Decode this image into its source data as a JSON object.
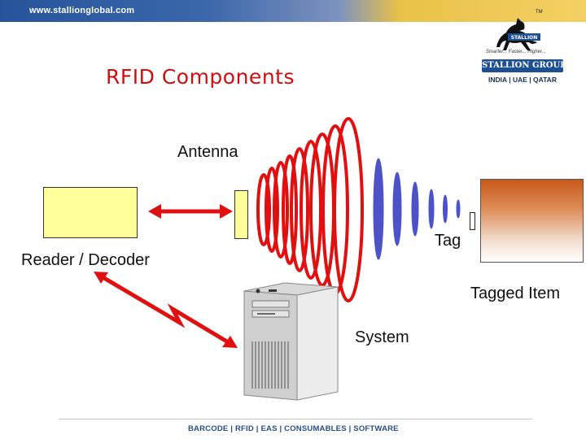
{
  "header": {
    "url": "www.stallionglobal.com"
  },
  "slide": {
    "title": "RFID Components"
  },
  "logo": {
    "badge": "STALLION",
    "tm": "TM",
    "tagline": "Smarter... Faster... Higher...",
    "brand": "STALLION GROUP",
    "countries": "INDIA | UAE | QATAR"
  },
  "diagram": {
    "antenna_label": "Antenna",
    "reader_label": "Reader / Decoder",
    "tag_label": "Tag",
    "tagged_item_label": "Tagged Item",
    "system_label": "System"
  },
  "footer": {
    "text": "BARCODE | RFID | EAS | CONSUMABLES | SOFTWARE"
  },
  "colors": {
    "title": "#cc1010",
    "wave_red": "#e01010",
    "wave_blue": "#4d52c9",
    "reader_fill": "#ffff99",
    "brand_blue": "#1f4f93",
    "header_gold": "#f3d063"
  }
}
